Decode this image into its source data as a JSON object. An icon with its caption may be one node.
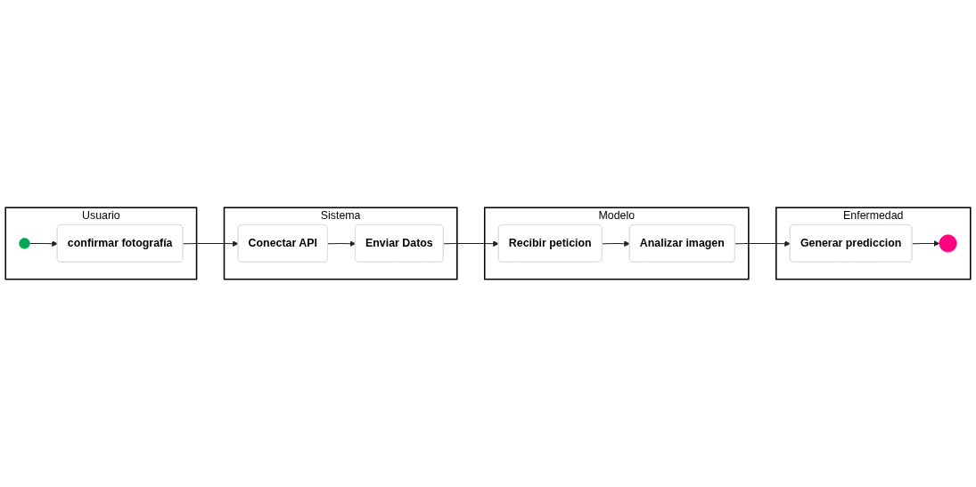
{
  "diagram": {
    "nodes": [
      {
        "text": [
          "Usuario"
        ]
      },
      {
        "text": [],
        "shape": "circle",
        "in": 0
      },
      {
        "text": [
          "confirmar fotografía"
        ],
        "in": 0
      },
      {
        "text": [
          "Sistema"
        ]
      },
      {
        "text": [
          "Conectar API"
        ],
        "in": 3
      },
      {
        "text": [
          "Enviar Datos"
        ],
        "in": 3
      },
      {
        "text": [
          "Modelo"
        ]
      },
      {
        "text": [
          "Recibir peticion"
        ],
        "in": 6
      },
      {
        "text": [
          "Analizar imagen"
        ],
        "in": 6
      },
      {
        "text": [
          "Enfermedad"
        ]
      },
      {
        "text": [
          "Generar prediccion"
        ],
        "in": 9
      },
      {
        "text": [],
        "shape": "circle",
        "in": 9
      }
    ],
    "edges": [
      {
        "from": 1,
        "to": 2,
        "arrow": "to"
      },
      {
        "from": 2,
        "to": 4,
        "arrow": "to"
      },
      {
        "from": 4,
        "to": 5,
        "arrow": "to"
      },
      {
        "from": 5,
        "to": 7,
        "arrow": "to"
      },
      {
        "from": 7,
        "to": 8,
        "arrow": "to"
      },
      {
        "from": 8,
        "to": 10,
        "arrow": "to"
      },
      {
        "from": 10,
        "to": 11,
        "arrow": "to"
      }
    ]
  }
}
